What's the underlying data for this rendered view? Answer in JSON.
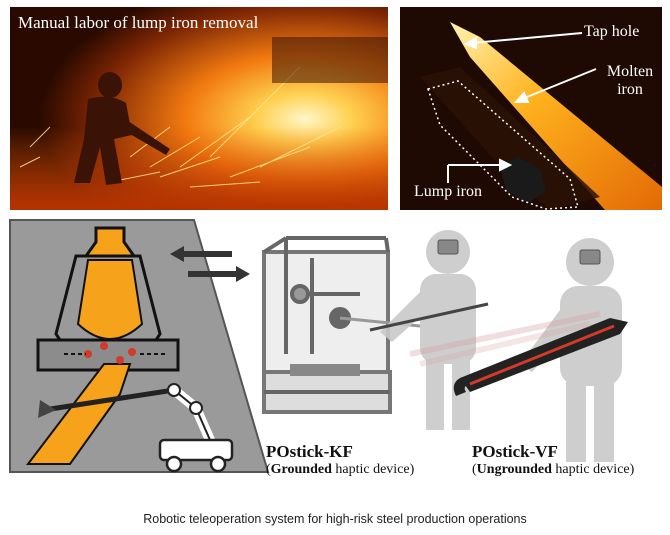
{
  "photos": {
    "left_caption": "Manual labor of lump iron removal",
    "right_annotations": {
      "tap_hole": "Tap hole",
      "molten_iron_line1": "Molten",
      "molten_iron_line2": "iron",
      "lump_iron": "Lump iron"
    }
  },
  "devices": {
    "kf": {
      "name": "POstick-KF",
      "open_paren": "(",
      "bold_word": "Grounded",
      "rest": " haptic device)"
    },
    "vf": {
      "name": "POstick-VF",
      "open_paren": "(",
      "bold_word": "Ungrounded",
      "rest": " haptic device)"
    }
  },
  "caption": "Robotic teleoperation system for high-risk steel production operations",
  "colors": {
    "molten_orange": "#f7a21b",
    "slab_gray": "#9a9a9a",
    "figure_gray": "#c9c9c9",
    "handle_red": "#d23a2a"
  }
}
